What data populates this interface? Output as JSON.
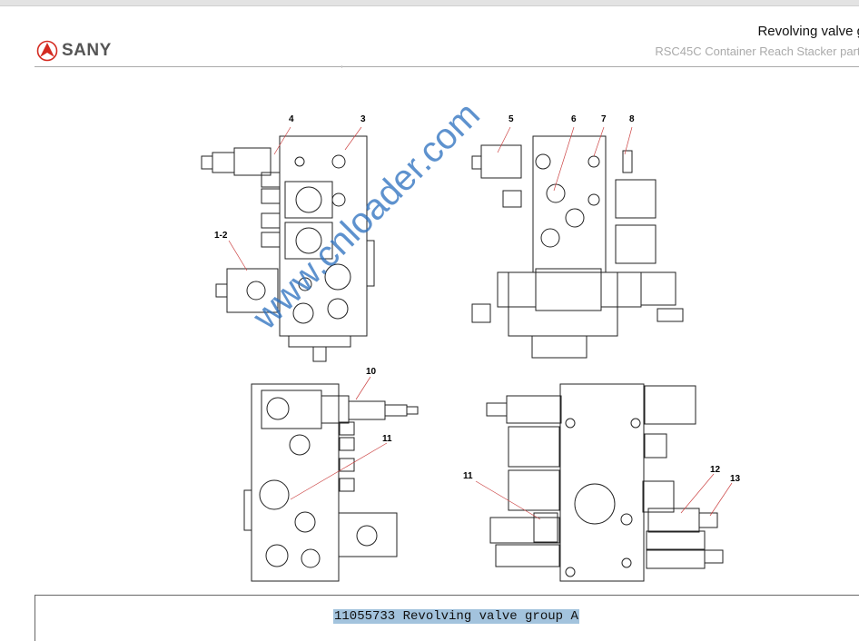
{
  "header": {
    "brand": "SANY",
    "title": "Revolving valve g",
    "subtitle": "RSC45C Container Reach Stacker  parts"
  },
  "callouts": [
    "1-2",
    "3",
    "4",
    "5",
    "6",
    "7",
    "8",
    "10",
    "11",
    "11",
    "12",
    "13"
  ],
  "watermark": "www.cnloader.com",
  "caption": "11055733 Revolving valve group A",
  "colors": {
    "brand_red": "#d42a20",
    "caption_highlight": "#a3c3dd",
    "watermark": "#286ebe"
  }
}
